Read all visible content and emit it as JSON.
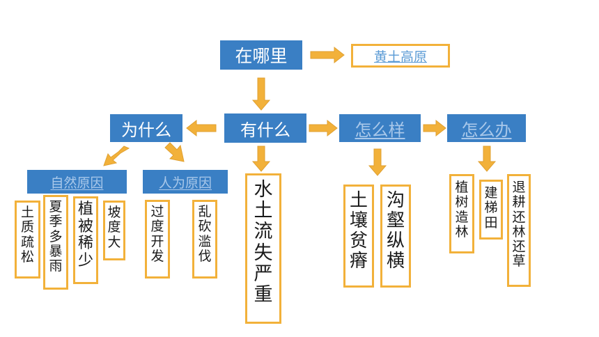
{
  "nodes": {
    "where": "在哪里",
    "where_answer": "黄土高原",
    "why": "为什么",
    "what": "有什么",
    "how_is": "怎么样",
    "how_to": "怎么办",
    "natural_causes": "自然原因",
    "human_causes": "人为原因"
  },
  "causes": {
    "natural": [
      "土质疏松",
      "夏季多暴雨",
      "植被稀少",
      "坡度大"
    ],
    "human": [
      "过度开发",
      "乱砍滥伐"
    ]
  },
  "problem": "水土流失严重",
  "effects": [
    "土壤贫瘠",
    "沟壑纵横"
  ],
  "solutions": [
    "植树造林",
    "建梯田",
    "退耕还林还草"
  ],
  "colors": {
    "box_blue": "#3a7fc4",
    "arrow_orange": "#f2b13a",
    "border_orange": "#f2b13a"
  }
}
